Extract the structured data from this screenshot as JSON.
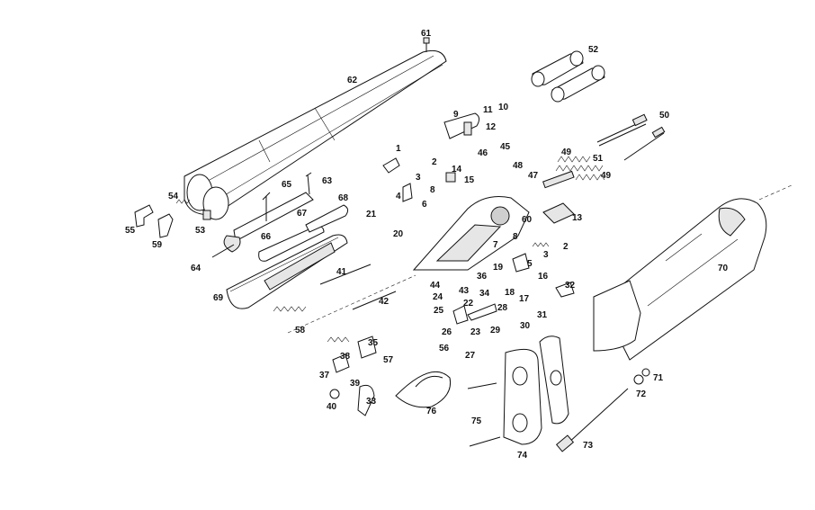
{
  "diagram": {
    "type": "exploded parts diagram",
    "callouts": [
      "1",
      "2",
      "3",
      "4",
      "5",
      "6",
      "7",
      "8",
      "9",
      "10",
      "11",
      "12",
      "13",
      "14",
      "15",
      "16",
      "17",
      "18",
      "19",
      "20",
      "21",
      "22",
      "23",
      "24",
      "25",
      "26",
      "27",
      "28",
      "29",
      "30",
      "31",
      "32",
      "33",
      "34",
      "35",
      "36",
      "37",
      "38",
      "39",
      "40",
      "41",
      "42",
      "43",
      "44",
      "45",
      "46",
      "47",
      "48",
      "49",
      "50",
      "51",
      "52",
      "53",
      "54",
      "55",
      "56",
      "57",
      "58",
      "59",
      "60",
      "61",
      "62",
      "63",
      "64",
      "65",
      "66",
      "67",
      "68",
      "69",
      "70",
      "71",
      "72",
      "73",
      "74",
      "75",
      "76"
    ]
  }
}
